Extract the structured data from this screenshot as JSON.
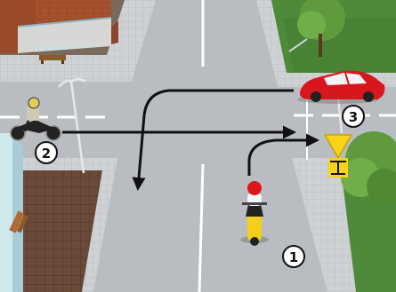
{
  "scene": {
    "markers": [
      {
        "label": "1",
        "role": "yellow-motorcycle"
      },
      {
        "label": "2",
        "role": "black-motorcycle"
      },
      {
        "label": "3",
        "role": "red-car"
      }
    ],
    "signs": [
      "yield-sign-icon",
      "priority-road-sign-icon"
    ],
    "colors": {
      "road": "#b9bcc0",
      "sidewalk": "#cfd2d5",
      "grass": "#4e8a3a",
      "brick": "#a9532f",
      "car": "#d8161e",
      "motorcycle_yellow": "#f2d01a",
      "rider_helmet": "#e0161e",
      "yield_sign": "#f7d417",
      "arrow": "#111111"
    }
  }
}
